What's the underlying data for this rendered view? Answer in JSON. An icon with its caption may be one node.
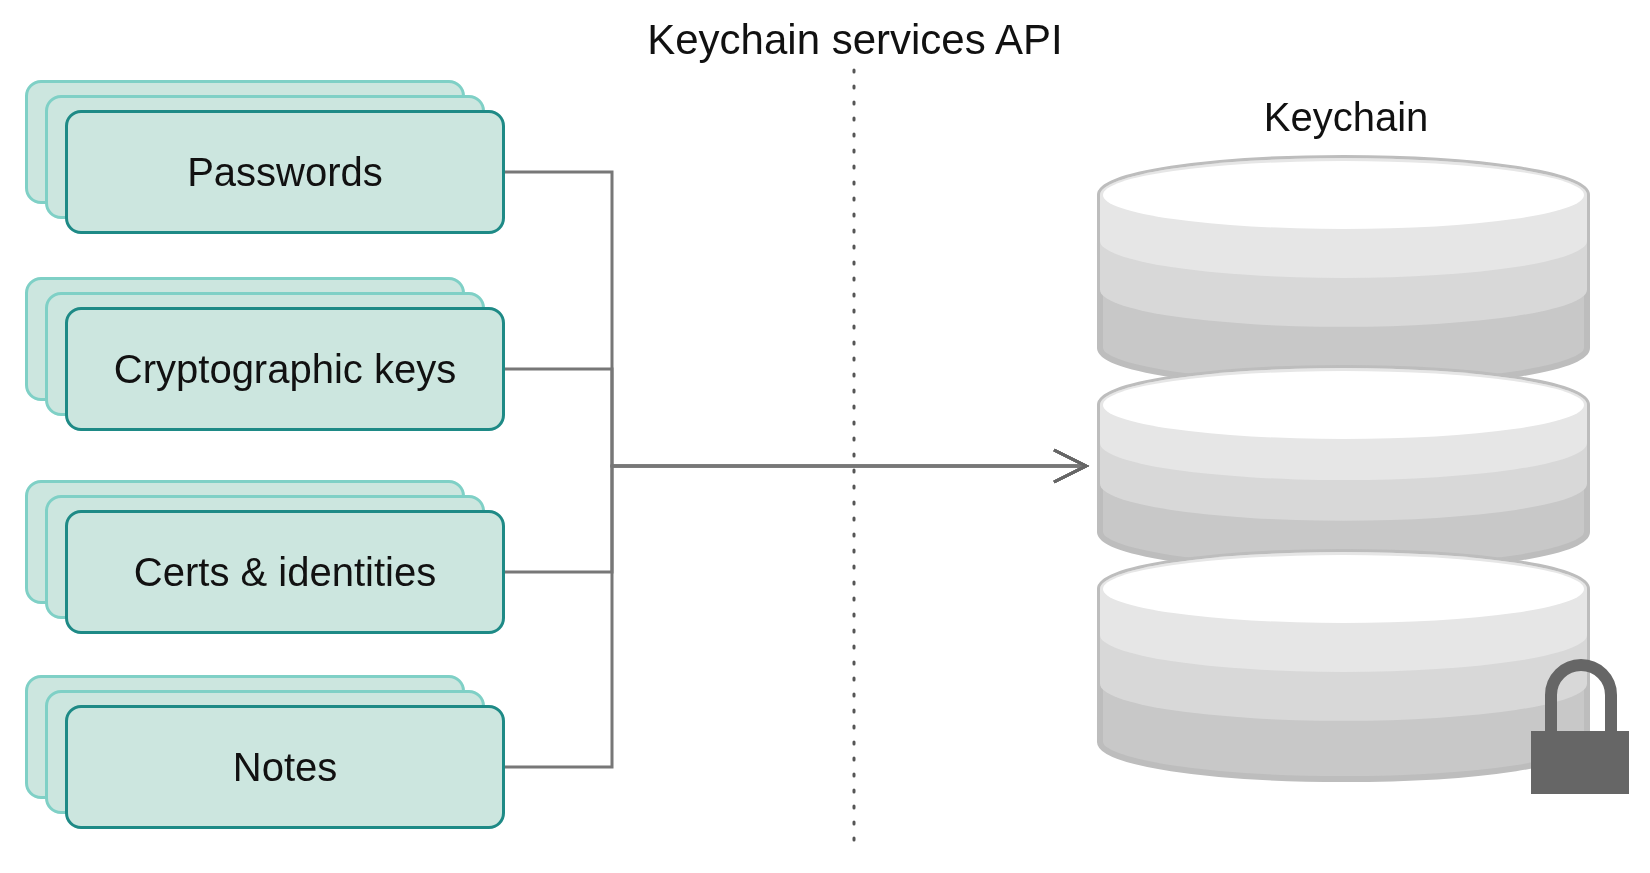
{
  "diagram": {
    "title": "Keychain services API",
    "nodes": [
      {
        "text": [
          "Passwords"
        ]
      },
      {
        "text": [
          "Cryptographic keys"
        ]
      },
      {
        "text": [
          "Certs & identities"
        ]
      },
      {
        "text": [
          "Notes"
        ]
      },
      {
        "text": [
          "Keychain"
        ]
      }
    ],
    "edges": [
      {
        "from": 0,
        "to": 4,
        "arrow": "to"
      },
      {
        "from": 1,
        "to": 4,
        "arrow": "to"
      },
      {
        "from": 2,
        "to": 4,
        "arrow": "to"
      },
      {
        "from": 3,
        "to": 4,
        "arrow": "to"
      }
    ]
  }
}
